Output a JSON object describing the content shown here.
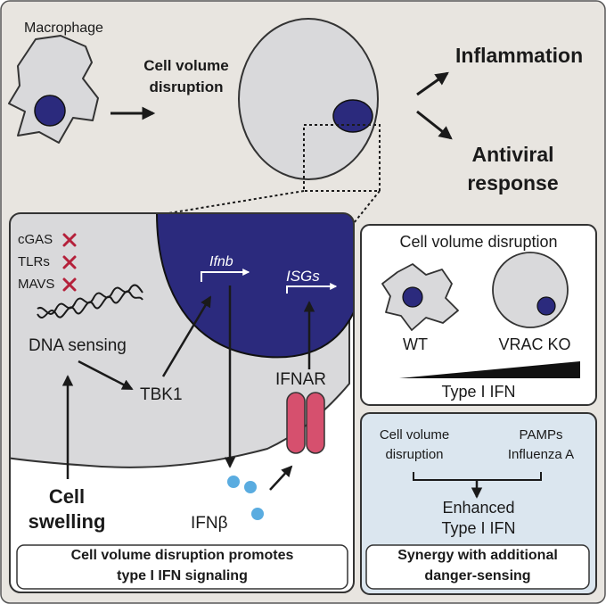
{
  "top": {
    "macrophage_label": "Macrophage",
    "stimulus_line1": "Cell volume",
    "stimulus_line2": "disruption",
    "outcome_inflammation": "Inflammation",
    "outcome_antiviral_line1": "Antiviral",
    "outcome_antiviral_line2": "response"
  },
  "left_panel": {
    "sensors": [
      "cGAS",
      "TLRs",
      "MAVS"
    ],
    "dna_sensing": "DNA sensing",
    "tbk1": "TBK1",
    "ifnb_gene": "Ifnb",
    "isgs_gene": "ISGs",
    "ifnar": "IFNAR",
    "ifnb_protein": "IFNβ",
    "cell_swelling_line1": "Cell",
    "cell_swelling_line2": "swelling",
    "caption_line1": "Cell volume disruption promotes",
    "caption_line2": "type I IFN signaling"
  },
  "right_top_panel": {
    "title": "Cell volume disruption",
    "wt_label": "WT",
    "ko_label": "VRAC KO",
    "gradient_label": "Type I IFN"
  },
  "right_bottom_panel": {
    "left_input_line1": "Cell volume",
    "left_input_line2": "disruption",
    "right_input_line1": "PAMPs",
    "right_input_line2": "Influenza A",
    "result_line1": "Enhanced",
    "result_line2": "Type I IFN",
    "caption_line1": "Synergy with additional",
    "caption_line2": "danger-sensing"
  },
  "colors": {
    "background": "#e8e5e0",
    "cell_gray": "#d9d9db",
    "nucleus_blue": "#2b2a7d",
    "ifnar_pink": "#d6506e",
    "ifnb_dots": "#5aace0",
    "sensor_x_red": "#b5213b",
    "synergy_panel_bg": "#dbe6ef"
  }
}
